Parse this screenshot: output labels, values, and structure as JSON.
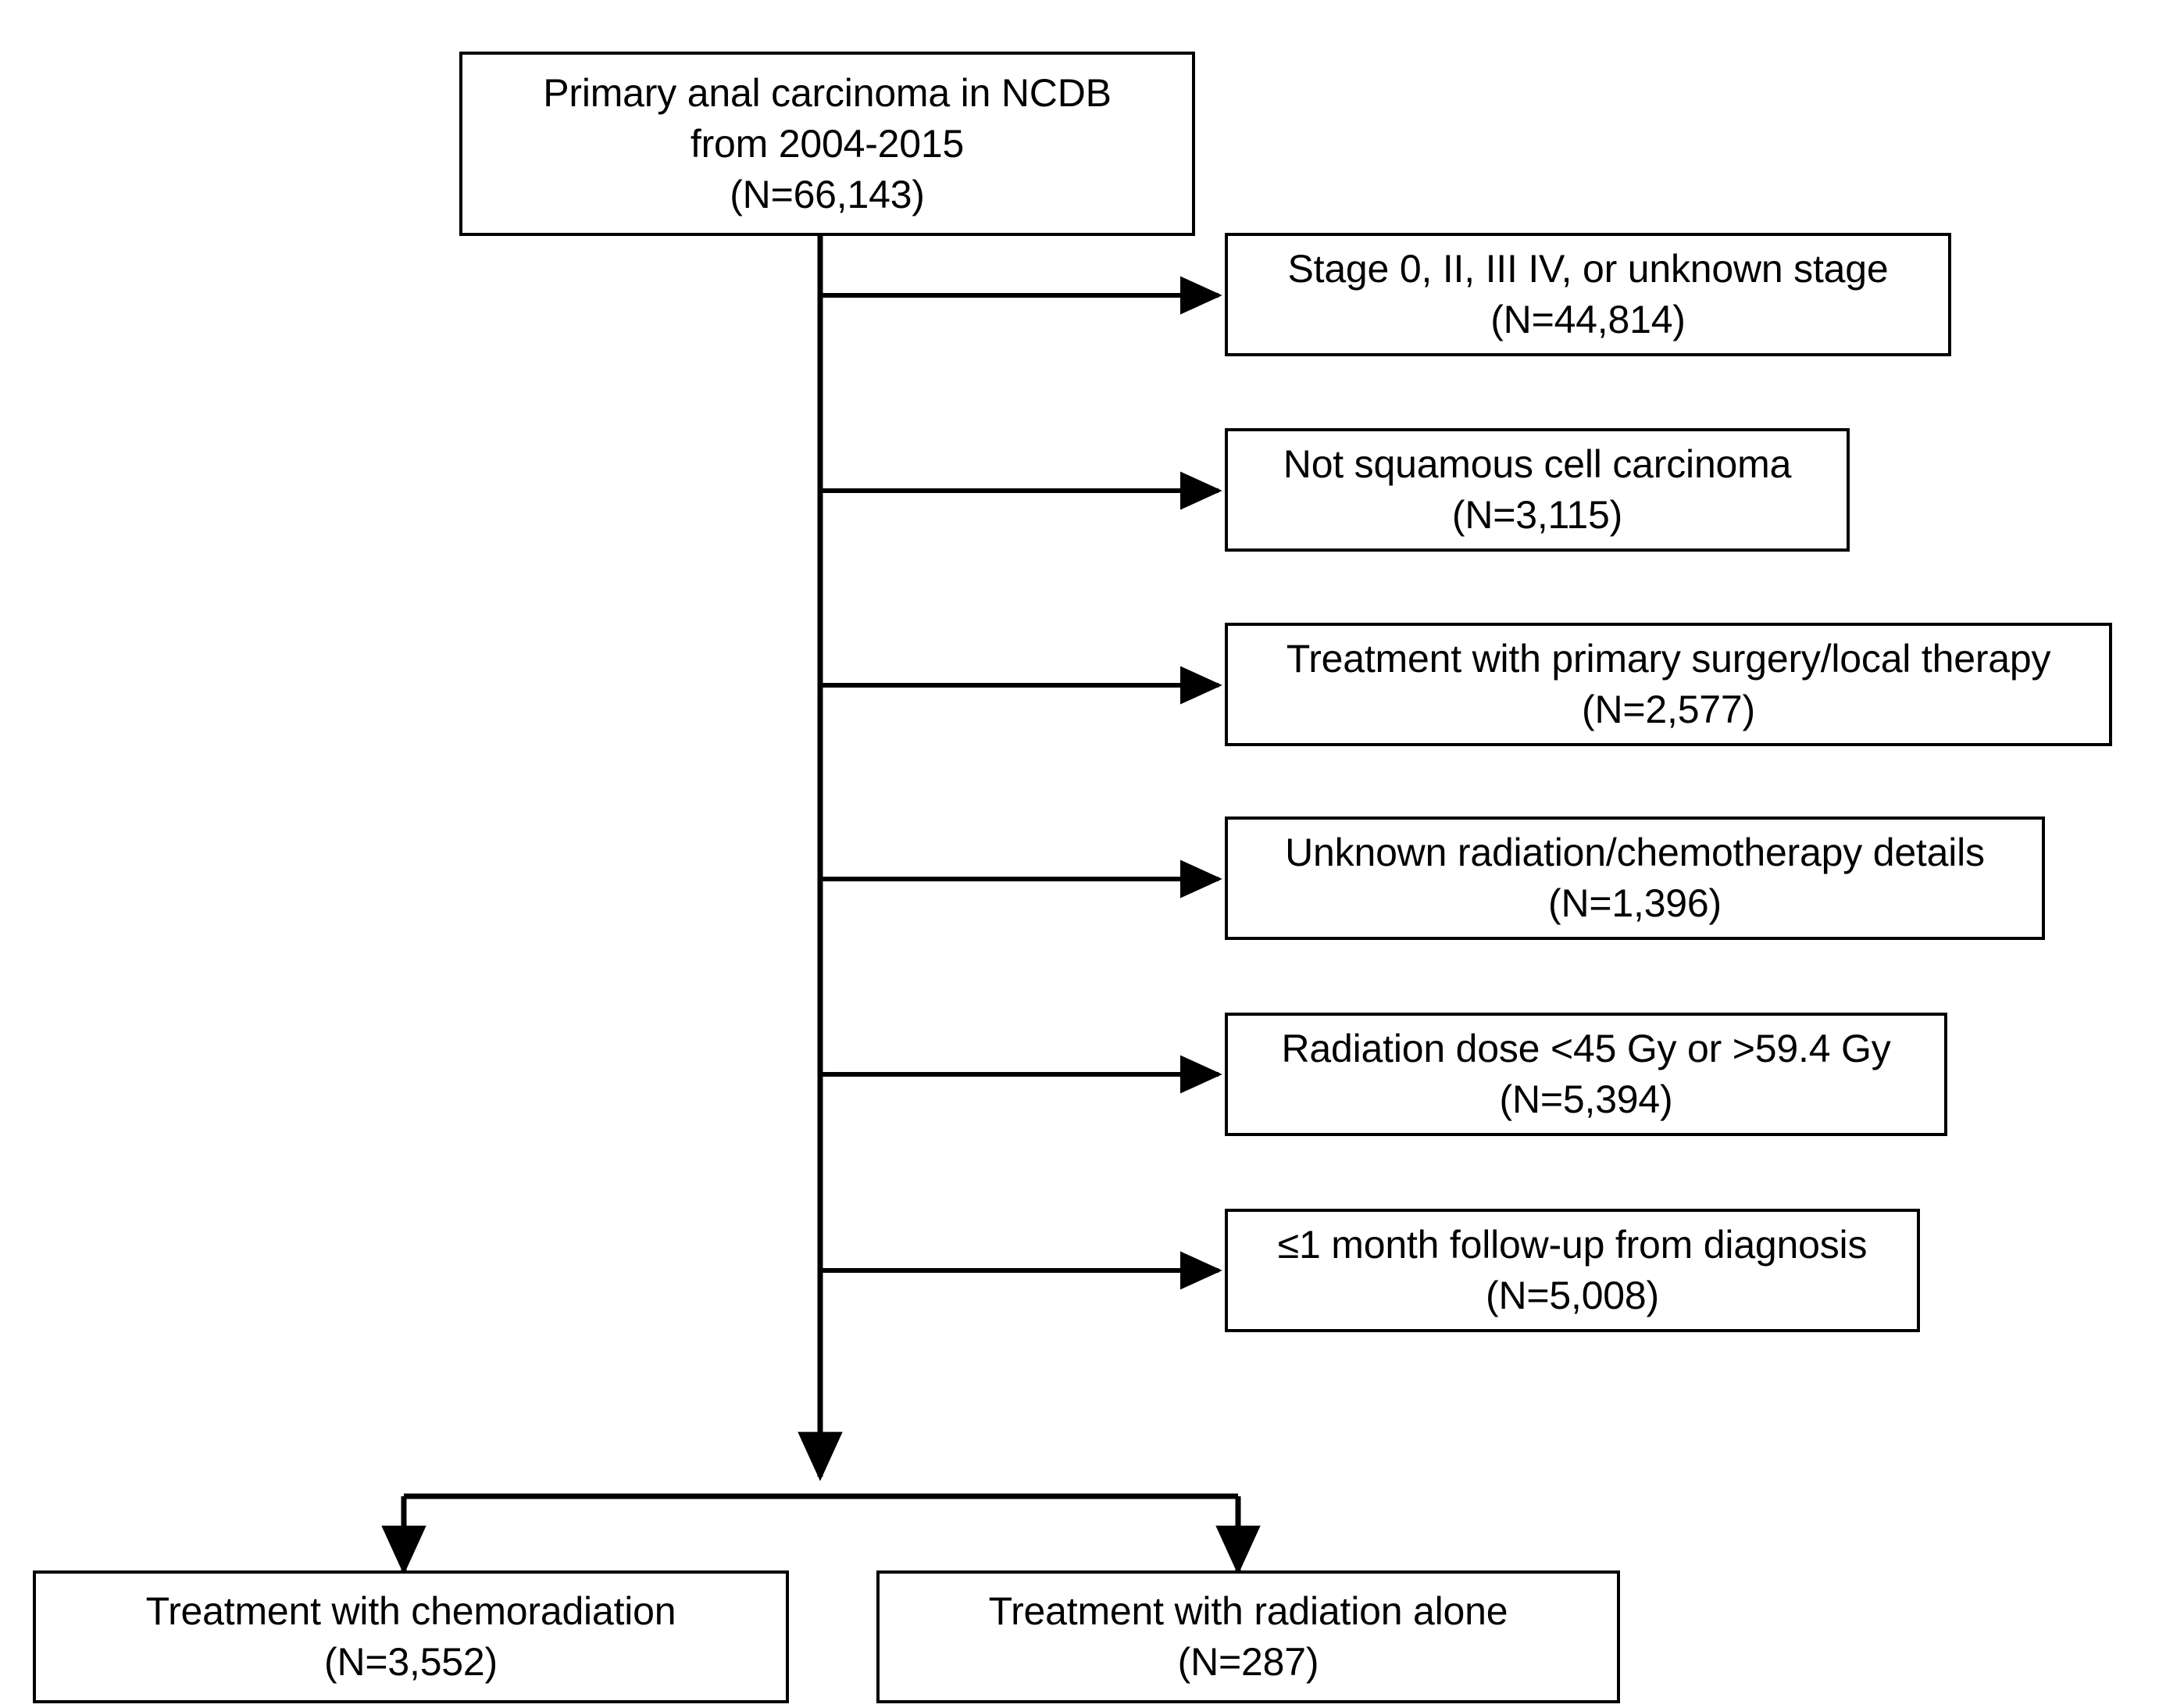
{
  "diagram": {
    "title": "Patient selection flow diagram",
    "type": "prisma-style-flowchart",
    "stroke_color": "#000000",
    "background_color": "#ffffff",
    "text_color": "#000000"
  },
  "source_box": {
    "line1": "Primary anal carcinoma in NCDB",
    "line2": "from 2004-2015",
    "line3": "(N=66,143)",
    "n": 66143
  },
  "exclusions": [
    {
      "line1": "Stage 0, II, III IV, or unknown stage",
      "line2": "(N=44,814)",
      "n": 44814
    },
    {
      "line1": "Not squamous cell carcinoma",
      "line2": "(N=3,115)",
      "n": 3115
    },
    {
      "line1": "Treatment with primary surgery/local therapy",
      "line2": "(N=2,577)",
      "n": 2577
    },
    {
      "line1": "Unknown radiation/chemotherapy details",
      "line2": "(N=1,396)",
      "n": 1396
    },
    {
      "line1": "Radiation dose <45 Gy or >59.4 Gy",
      "line2": "(N=5,394)",
      "n": 5394
    },
    {
      "line1": "≤1 month follow-up from diagnosis",
      "line2": "(N=5,008)",
      "n": 5008
    }
  ],
  "outcomes": [
    {
      "line1": "Treatment with chemoradiation",
      "line2": "(N=3,552)",
      "n": 3552
    },
    {
      "line1": "Treatment with radiation alone",
      "line2": "(N=287)",
      "n": 287
    }
  ],
  "icons": {
    "arrowhead": "arrowhead-icon"
  }
}
